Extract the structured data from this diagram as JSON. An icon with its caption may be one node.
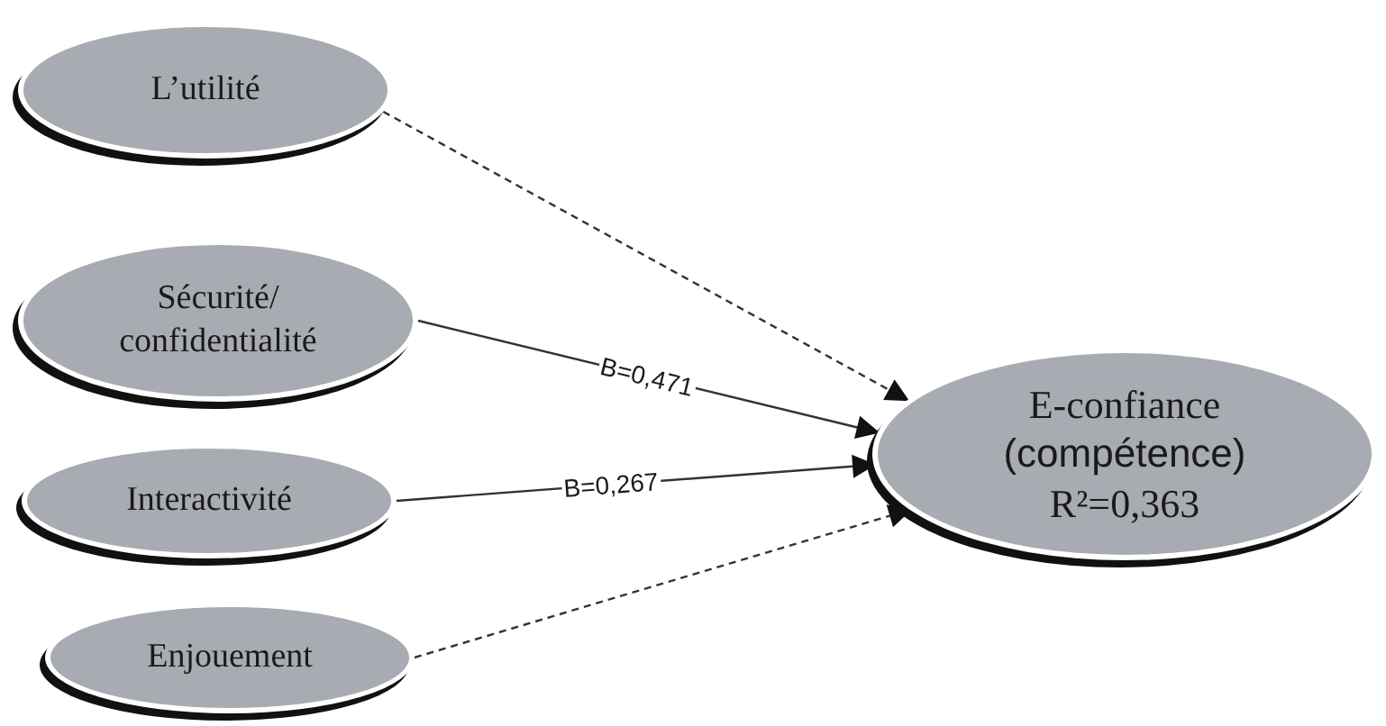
{
  "diagram": {
    "nodes": [
      {
        "text": [
          "L’utilité"
        ]
      },
      {
        "text": [
          "Sécurité/ confidentialité"
        ]
      },
      {
        "text": [
          "Interactivité"
        ]
      },
      {
        "text": [
          "Enjouement"
        ]
      },
      {
        "text": [
          "E-confiance",
          "(compétence)",
          "R²=0,363"
        ]
      }
    ],
    "edges": [
      {
        "from": 0,
        "to": 4,
        "arrow": "to",
        "style": "dashed"
      },
      {
        "from": 1,
        "to": 4,
        "arrow": "to",
        "label": "B=0,471"
      },
      {
        "from": 2,
        "to": 4,
        "arrow": "to",
        "label": "B=0,267"
      },
      {
        "from": 3,
        "to": 4,
        "arrow": "to",
        "style": "dashed"
      }
    ]
  }
}
